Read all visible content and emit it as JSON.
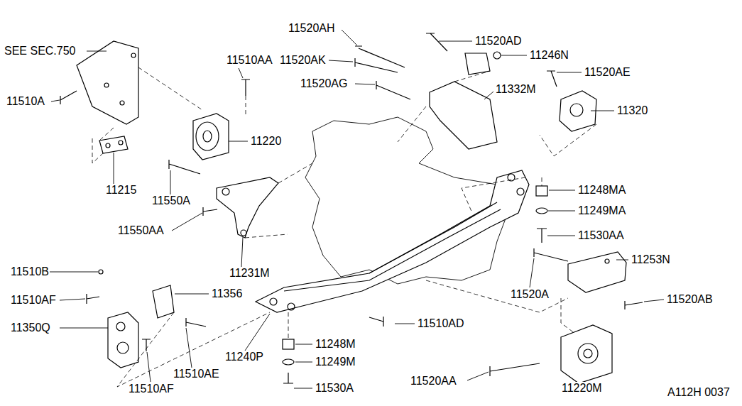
{
  "diagram": {
    "labels": [
      "SEE SEC.750",
      "11510A",
      "11510AA",
      "11220",
      "11215",
      "11550A",
      "11550AA",
      "11231M",
      "11510B",
      "11510AF",
      "11356",
      "11350Q",
      "11510AE",
      "11510AF",
      "11240P",
      "11248M",
      "11249M",
      "11530A",
      "11510AD",
      "11520AH",
      "11520AK",
      "11520AG",
      "11520AD",
      "11246N",
      "11332M",
      "11520AE",
      "11320",
      "11248MA",
      "11249MA",
      "11530AA",
      "11253N",
      "11520A",
      "11520AB",
      "11520AA",
      "11220M",
      "A112H 0037"
    ]
  }
}
